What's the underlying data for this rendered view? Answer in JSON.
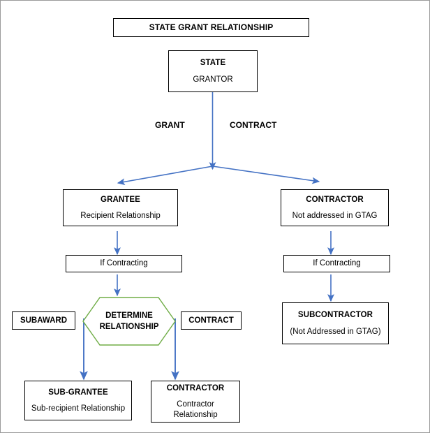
{
  "diagram": {
    "title": "STATE GRANT RELATIONSHIP",
    "colors": {
      "arrow": "#4472C4",
      "hexagon_outline": "#70AD47",
      "box_outline": "#000000",
      "background": "#FFFFFF"
    },
    "nodes": {
      "title_box": {
        "label": "STATE GRANT RELATIONSHIP"
      },
      "state": {
        "title": "STATE",
        "subtitle": "GRANTOR"
      },
      "grantee": {
        "title": "GRANTEE",
        "subtitle": "Recipient Relationship"
      },
      "contractor_top": {
        "title": "CONTRACTOR",
        "subtitle": "Not addressed in GTAG"
      },
      "if_contracting_left": {
        "label": "If Contracting"
      },
      "if_contracting_right": {
        "label": "If Contracting"
      },
      "subaward": {
        "label": "SUBAWARD"
      },
      "determine_relationship": {
        "line1": "DETERMINE",
        "line2": "RELATIONSHIP"
      },
      "contract_tag": {
        "label": "CONTRACT"
      },
      "subcontractor": {
        "title": "SUBCONTRACTOR",
        "subtitle": "(Not Addressed in GTAG)"
      },
      "sub_grantee": {
        "title": "SUB-GRANTEE",
        "subtitle": "Sub-recipient Relationship"
      },
      "contractor_bottom": {
        "title": "CONTRACTOR",
        "subtitle_line1": "Contractor",
        "subtitle_line2": "Relationship"
      }
    },
    "edge_labels": {
      "grant": "GRANT",
      "contract": "CONTRACT"
    }
  }
}
